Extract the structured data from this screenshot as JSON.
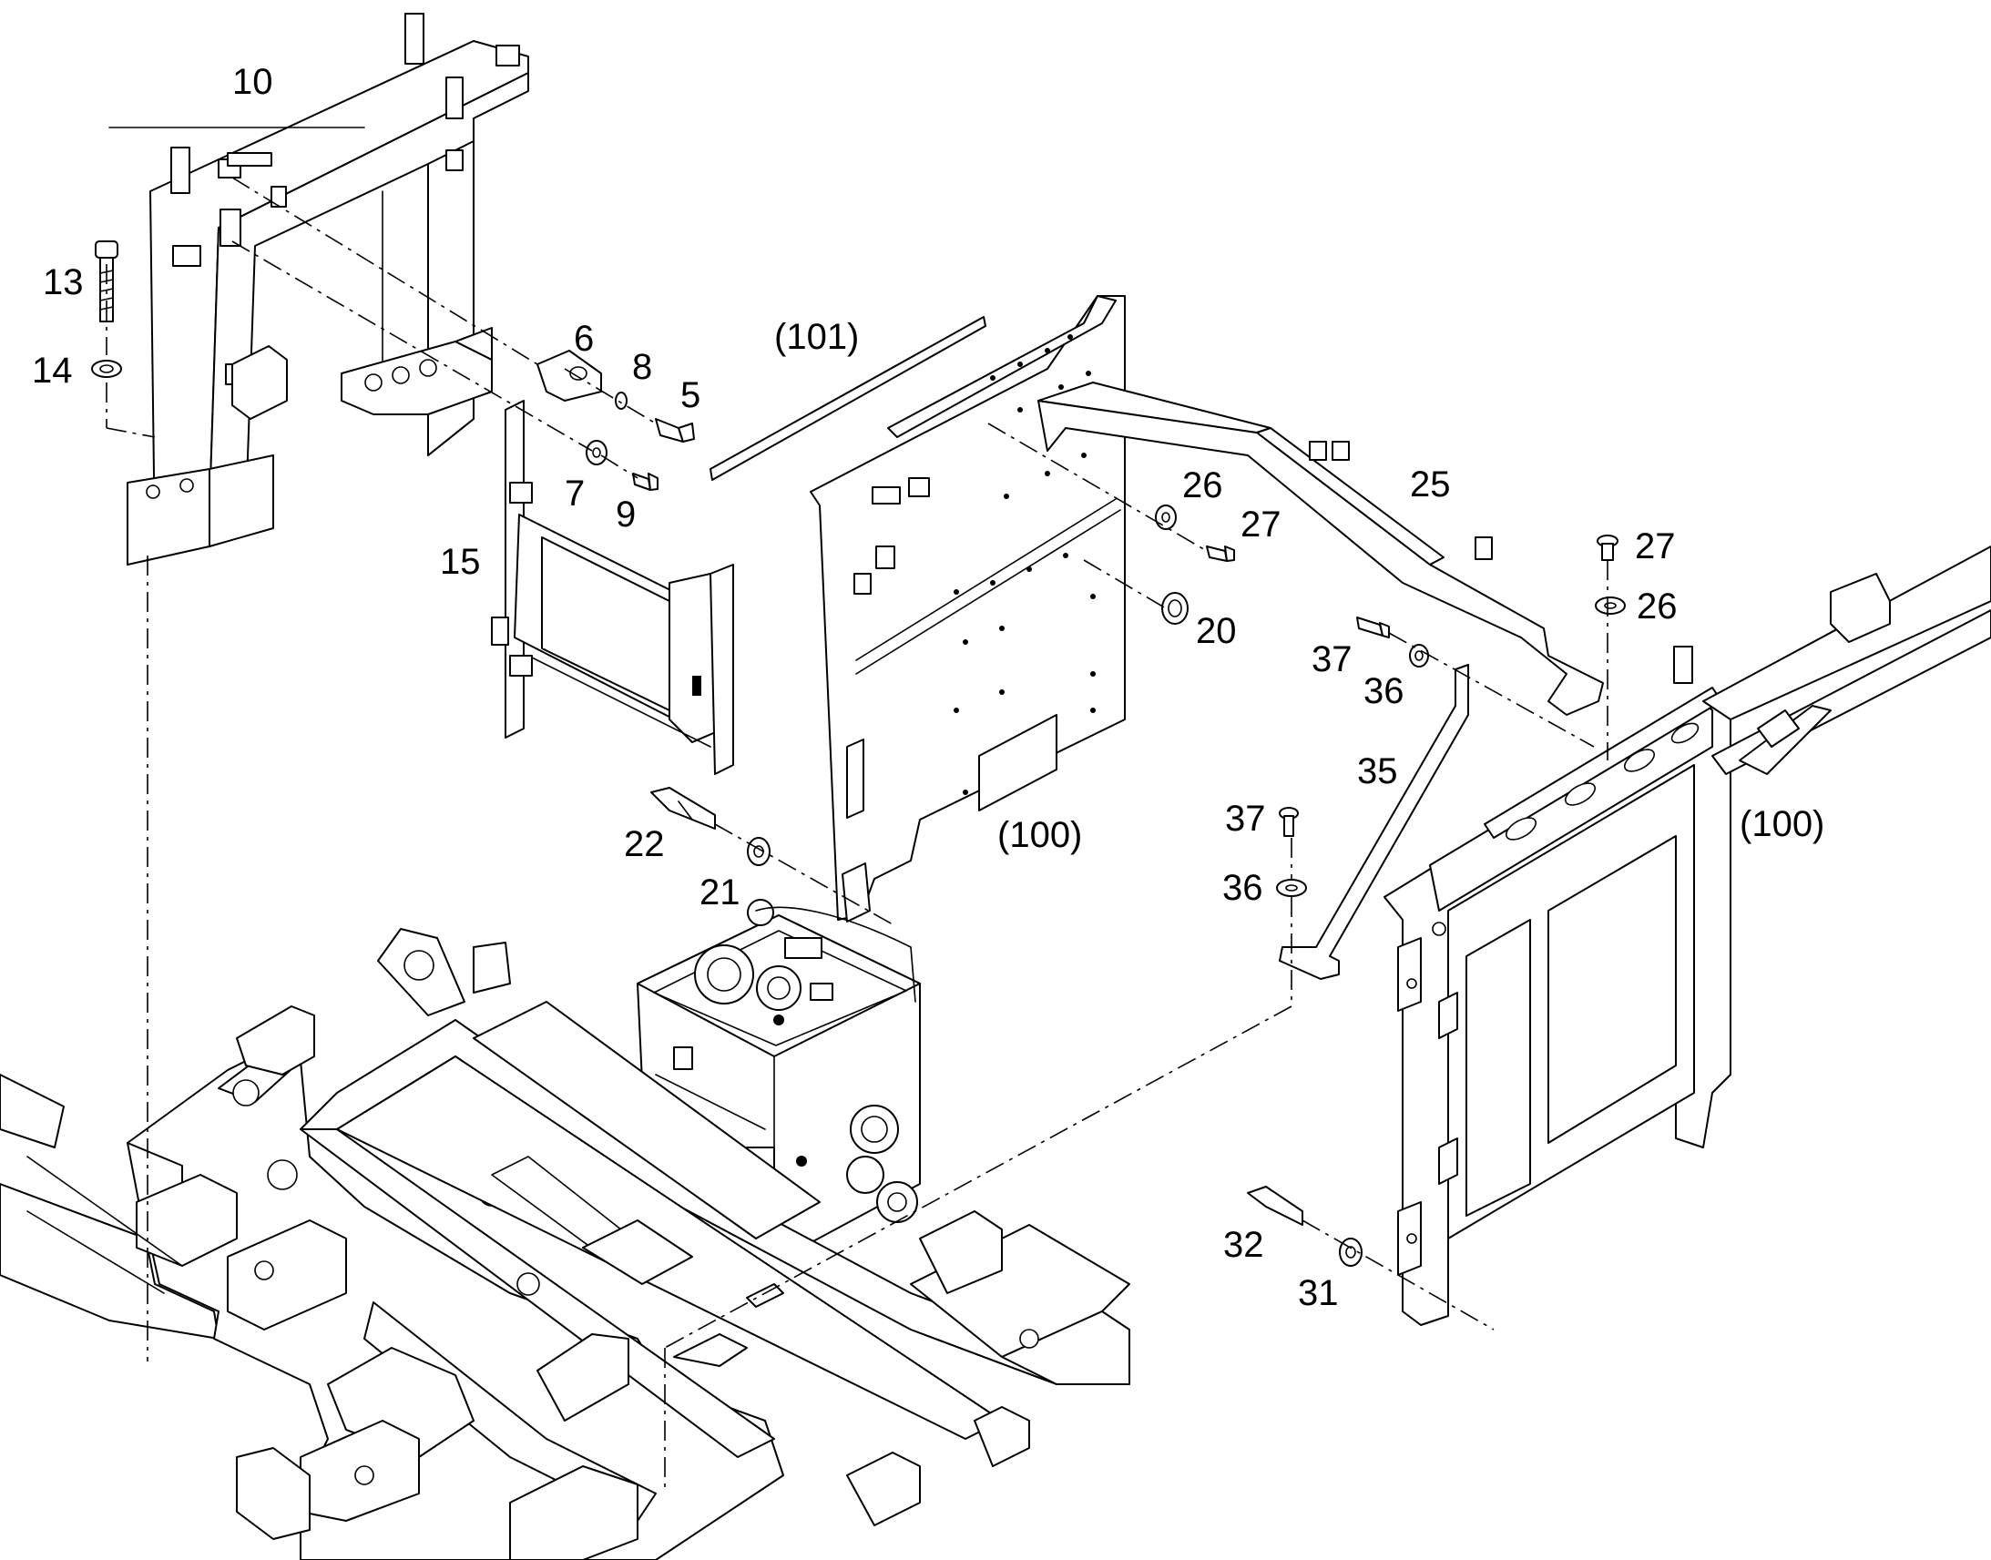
{
  "callouts": {
    "c10": "10",
    "c13": "13",
    "c14": "14",
    "c6": "6",
    "c8": "8",
    "c5": "5",
    "c7": "7",
    "c9": "9",
    "c15": "15",
    "c101": "(101)",
    "c26a": "26",
    "c27a": "27",
    "c25": "25",
    "c20": "20",
    "c27b": "27",
    "c26b": "26",
    "c37a": "37",
    "c36a": "36",
    "c35": "35",
    "c22": "22",
    "c21": "21",
    "c100a": "(100)",
    "c37b": "37",
    "c36b": "36",
    "c100b": "(100)",
    "c32": "32",
    "c31": "31"
  }
}
